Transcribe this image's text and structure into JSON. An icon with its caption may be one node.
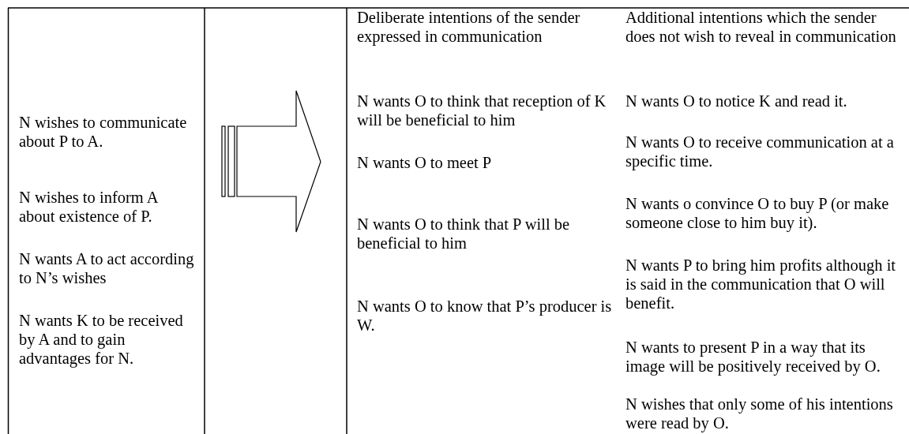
{
  "diagram": {
    "labels": [
      "N wishes to communicate about P to A.",
      "N wishes to inform A about existence of P.",
      "N wants A to act according to N’s wishes",
      "N wants K to be received by A and to gain advantages for N.",
      "Deliberate intentions of the sender expressed in communication",
      "N wants O to think that reception of K will be beneficial to him",
      "N wants O to meet P",
      "N wants O to think that P will be beneficial to him",
      "N wants O to know that P’s producer is W.",
      "Additional intentions which the sender does not wish to reveal in communication",
      "N wants O to notice K and read it.",
      "N wants O to receive communication at a specific time.",
      "N wants o convince O to buy P (or make someone close to him buy it).",
      "N wants P to bring him profits although it is said in the communication that O will benefit.",
      "N wants to present P in a way that its image will be positively received by O.",
      "N wishes that only some of his intentions were read by O."
    ]
  }
}
